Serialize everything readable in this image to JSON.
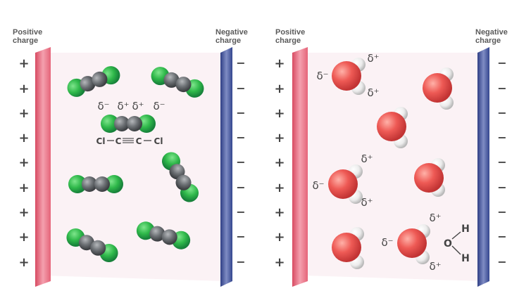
{
  "left_panel": {
    "positive_label": [
      "Positive",
      "charge"
    ],
    "negative_label": [
      "Negative",
      "charge"
    ],
    "formula": {
      "partial_charges": [
        "δ⁻",
        "δ⁺",
        "δ⁺",
        "δ⁻"
      ],
      "atoms": [
        "Cl",
        "C",
        "C",
        "Cl"
      ]
    }
  },
  "right_panel": {
    "positive_label": [
      "Positive",
      "charge"
    ],
    "negative_label": [
      "Negative",
      "charge"
    ],
    "delta_minus": "δ⁻",
    "delta_plus": "δ⁺",
    "water_formula": {
      "o": "O",
      "h": "H"
    }
  },
  "colors": {
    "positive_plate": "#e8667a",
    "negative_plate": "#3d4f96",
    "chlorine": "#2fb84a",
    "carbon": "#6b6f73",
    "oxygen": "#e84c4c",
    "hydrogen": "#f2f2f2",
    "chamber": "#fbf2f5"
  },
  "signs": {
    "plus": "+",
    "minus": "−"
  }
}
